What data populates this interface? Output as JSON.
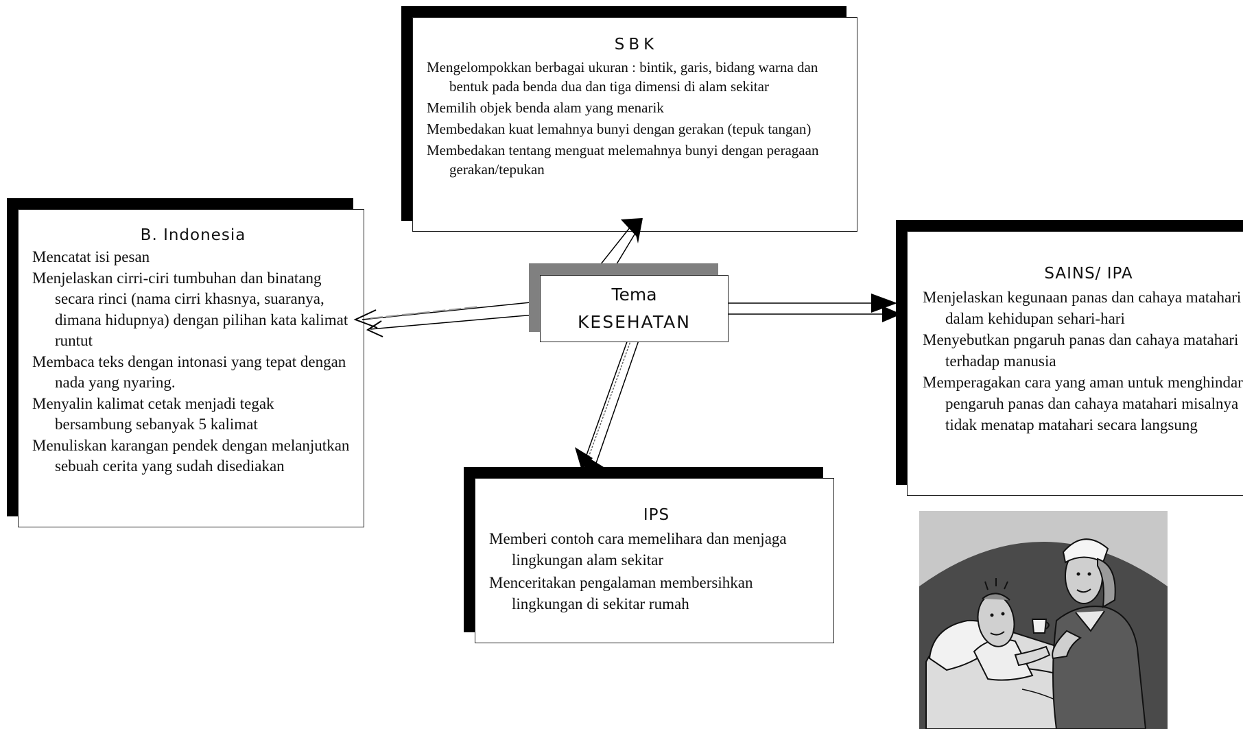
{
  "center": {
    "line1": "Tema",
    "line2": "KESEHATAN"
  },
  "sbk": {
    "title": "SBK",
    "items": [
      "Mengelompokkan berbagai ukuran : bintik, garis, bidang warna dan bentuk pada benda dua dan tiga dimensi di alam sekitar",
      "Memilih objek benda alam yang menarik",
      "Membedakan kuat lemahnya bunyi dengan gerakan  (tepuk tangan)",
      "Membedakan tentang menguat melemahnya bunyi dengan peragaan gerakan/tepukan"
    ]
  },
  "bindo": {
    "title": "B. Indonesia",
    "items": [
      "Mencatat isi pesan",
      "Menjelaskan cirri-ciri tumbuhan dan binatang secara rinci  (nama cirri khasnya, suaranya, dimana hidupnya) dengan pilihan kata kalimat runtut",
      "Membaca teks dengan intonasi yang tepat dengan nada yang nyaring.",
      "Menyalin kalimat cetak menjadi tegak bersambung sebanyak 5 kalimat",
      "Menuliskan karangan pendek dengan melanjutkan sebuah cerita yang sudah disediakan"
    ]
  },
  "sains": {
    "title": "SAINS/ IPA",
    "items": [
      "Menjelaskan kegunaan panas dan cahaya matahari dalam kehidupan sehari-hari",
      "Menyebutkan pngaruh panas dan cahaya matahari terhadap manusia",
      "Memperagakan cara yang aman untuk menghindari pengaruh panas dan cahaya matahari misalnya tidak menatap matahari secara langsung"
    ]
  },
  "ips": {
    "title": "IPS",
    "items": [
      "Memberi contoh cara memelihara dan menjaga lingkungan alam sekitar",
      "Menceritakan pengalaman membersihkan lingkungan di sekitar rumah"
    ]
  }
}
